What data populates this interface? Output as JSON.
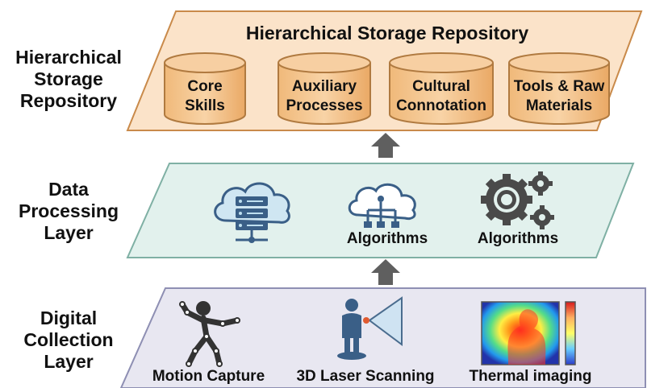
{
  "layers": {
    "storage": {
      "side_label": [
        "Hierarchical",
        "Storage",
        "Repository"
      ],
      "title": "Hierarchical Storage Repository",
      "fill": "#fbe3c9",
      "stroke": "#c98a4a",
      "cylinders": [
        {
          "line1": "Core",
          "line2": "Skills"
        },
        {
          "line1": "Auxiliary",
          "line2": "Processes"
        },
        {
          "line1": "Cultural",
          "line2": "Connotation"
        },
        {
          "line1": "Tools & Raw",
          "line2": "Materials"
        }
      ]
    },
    "processing": {
      "side_label": [
        "Data",
        "Processing",
        "Layer"
      ],
      "fill": "#e2f1ed",
      "stroke": "#7fb0a4",
      "items": [
        {
          "icon": "cloud-server-icon",
          "label": ""
        },
        {
          "icon": "cloud-network-icon",
          "label": "Algorithms"
        },
        {
          "icon": "gears-icon",
          "label": "Algorithms"
        }
      ]
    },
    "collection": {
      "side_label": [
        "Digital",
        "Collection",
        "Layer"
      ],
      "fill": "#e8e7f1",
      "stroke": "#8e8fb3",
      "items": [
        {
          "icon": "motion-capture-icon",
          "label": "Motion Capture"
        },
        {
          "icon": "laser-scanner-icon",
          "label": "3D Laser Scanning"
        },
        {
          "icon": "thermal-image-icon",
          "label": "Thermal imaging"
        }
      ]
    }
  },
  "arrow_color": "#5f5f5f"
}
